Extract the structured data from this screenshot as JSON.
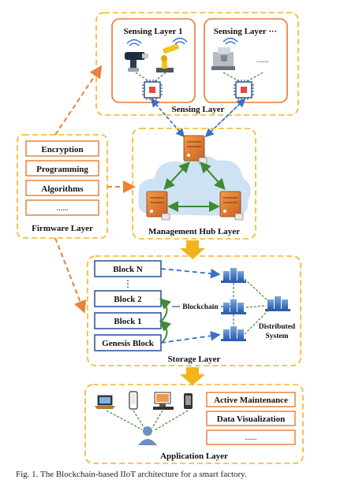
{
  "colors": {
    "layer_border": "#f5b324",
    "inner_border": "#e87a30",
    "arrow_orange": "#e8813a",
    "arrow_gold": "#f2b41c",
    "block_border": "#2f5a9a",
    "link_blue": "#3a6fc4",
    "link_green": "#3f8a34",
    "cloud": "#cfe2f3"
  },
  "sensing": {
    "panel1_title": "Sensing Layer 1",
    "panel2_title": "Sensing Layer ···",
    "ellipsis": "......",
    "layer_label": "Sensing Layer"
  },
  "firmware": {
    "items": [
      "Encryption",
      "Programming",
      "Algorithms",
      "......"
    ],
    "layer_label": "Firmware Layer"
  },
  "management": {
    "layer_label": "Management Hub Layer"
  },
  "storage": {
    "blocks": [
      "Block N",
      "Block 2",
      "Block 1",
      "Genesis Block"
    ],
    "dots": "⋮",
    "blockchain_label": "Blockchain",
    "distributed_label_1": "Distributed",
    "distributed_label_2": "System",
    "layer_label": "Storage Layer"
  },
  "application": {
    "items": [
      "Active Maintenance",
      "Data Visualization",
      "......"
    ],
    "layer_label": "Application Layer"
  },
  "caption": "Fig. 1. The Blockchain-based IIoT architecture for a smart factory."
}
